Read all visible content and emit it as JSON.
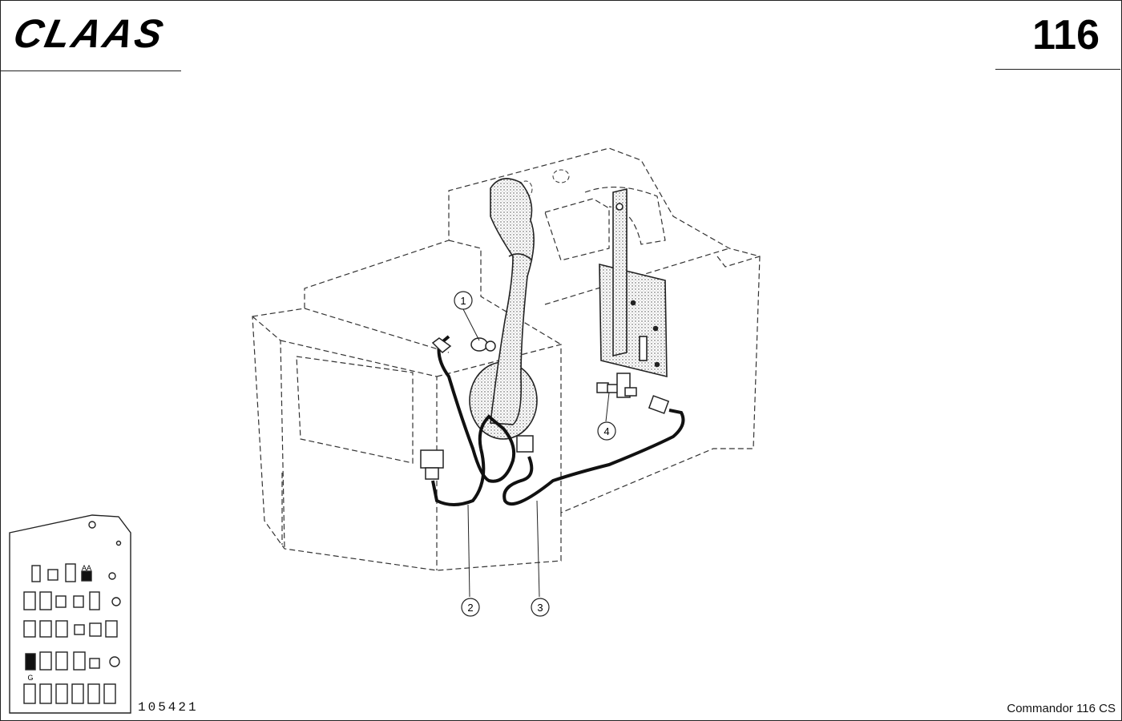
{
  "header": {
    "brand": "CLAAS",
    "page_number": "116"
  },
  "callouts": [
    {
      "id": "callout-1",
      "label": "1"
    },
    {
      "id": "callout-2",
      "label": "2"
    },
    {
      "id": "callout-3",
      "label": "3"
    },
    {
      "id": "callout-4",
      "label": "4"
    }
  ],
  "thumbnail": {
    "label_top": "AA",
    "label_bottom": "G"
  },
  "footer": {
    "document_number": "105421",
    "model": "Commandor 116 CS"
  }
}
